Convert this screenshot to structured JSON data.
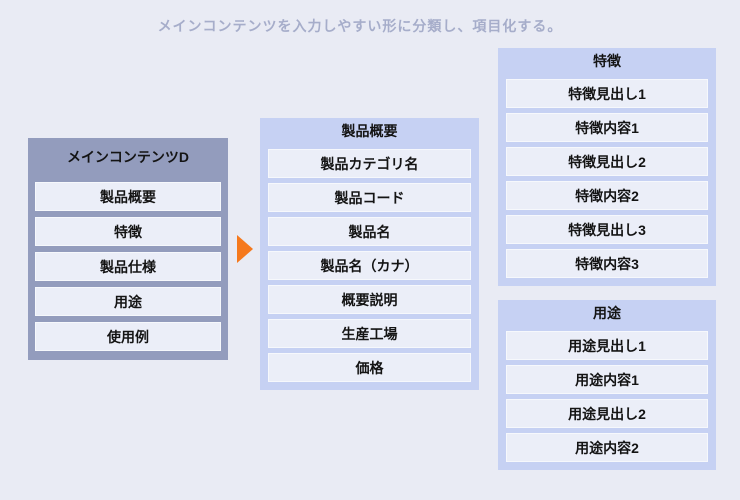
{
  "caption": "メインコンテンツを入力しやすい形に分類し、項目化する。",
  "colors": {
    "page_bg": "#e9ebf4",
    "source_box_bg": "#939cbd",
    "group_box_bg": "#c6d1f3",
    "item_bg": "#ebeef8",
    "item_border": "#f6f8fc",
    "item_text": "#141414",
    "title_text": "#a6adca",
    "arrow": "#f5791d"
  },
  "source_box": {
    "title": "メインコンテンツD",
    "items": [
      "製品概要",
      "特徴",
      "製品仕様",
      "用途",
      "使用例"
    ]
  },
  "arrow_icon": "right-triangle",
  "groups": [
    {
      "title": "製品概要",
      "items": [
        "製品カテゴリ名",
        "製品コード",
        "製品名",
        "製品名（カナ）",
        "概要説明",
        "生産工場",
        "価格"
      ]
    },
    {
      "title": "特徴",
      "items": [
        "特徴見出し1",
        "特徴内容1",
        "特徴見出し2",
        "特徴内容2",
        "特徴見出し3",
        "特徴内容3"
      ]
    },
    {
      "title": "用途",
      "items": [
        "用途見出し1",
        "用途内容1",
        "用途見出し2",
        "用途内容2"
      ]
    }
  ]
}
